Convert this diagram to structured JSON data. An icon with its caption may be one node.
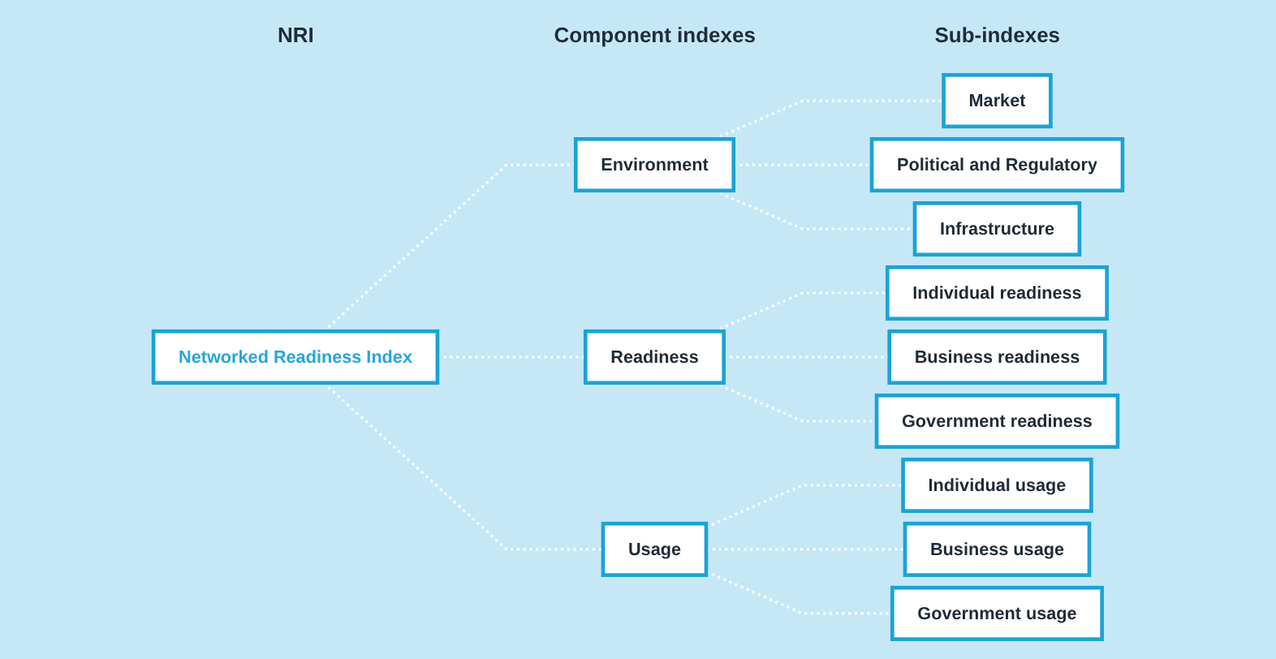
{
  "diagram": {
    "nodes": [
      {
        "text": [
          "Networked Readiness Index"
        ]
      },
      {
        "text": [
          "Environment"
        ]
      },
      {
        "text": [
          "Readiness"
        ]
      },
      {
        "text": [
          "Usage"
        ]
      },
      {
        "text": [
          "Market"
        ]
      },
      {
        "text": [
          "Political and Regulatory"
        ]
      },
      {
        "text": [
          "Infrastructure"
        ]
      },
      {
        "text": [
          "Individual readiness"
        ]
      },
      {
        "text": [
          "Business readiness"
        ]
      },
      {
        "text": [
          "Government readiness"
        ]
      },
      {
        "text": [
          "Individual usage"
        ]
      },
      {
        "text": [
          "Business usage"
        ]
      },
      {
        "text": [
          "Government usage"
        ]
      }
    ],
    "edges": [
      {
        "from": 0,
        "to": 1,
        "arrow": "none",
        "style": "dashed"
      },
      {
        "from": 0,
        "to": 2,
        "arrow": "none",
        "style": "dashed"
      },
      {
        "from": 0,
        "to": 3,
        "arrow": "none",
        "style": "dashed"
      },
      {
        "from": 1,
        "to": 4,
        "arrow": "none",
        "style": "dashed"
      },
      {
        "from": 1,
        "to": 5,
        "arrow": "none",
        "style": "dashed"
      },
      {
        "from": 1,
        "to": 6,
        "arrow": "none",
        "style": "dashed"
      },
      {
        "from": 2,
        "to": 7,
        "arrow": "none",
        "style": "dashed"
      },
      {
        "from": 2,
        "to": 8,
        "arrow": "none",
        "style": "dashed"
      },
      {
        "from": 2,
        "to": 9,
        "arrow": "none",
        "style": "dashed"
      },
      {
        "from": 3,
        "to": 10,
        "arrow": "none",
        "style": "dashed"
      },
      {
        "from": 3,
        "to": 11,
        "arrow": "none",
        "style": "dashed"
      },
      {
        "from": 3,
        "to": 12,
        "arrow": "none",
        "style": "dashed"
      }
    ],
    "labels": [
      "NRI",
      "Component indexes",
      "Sub-indexes"
    ]
  }
}
